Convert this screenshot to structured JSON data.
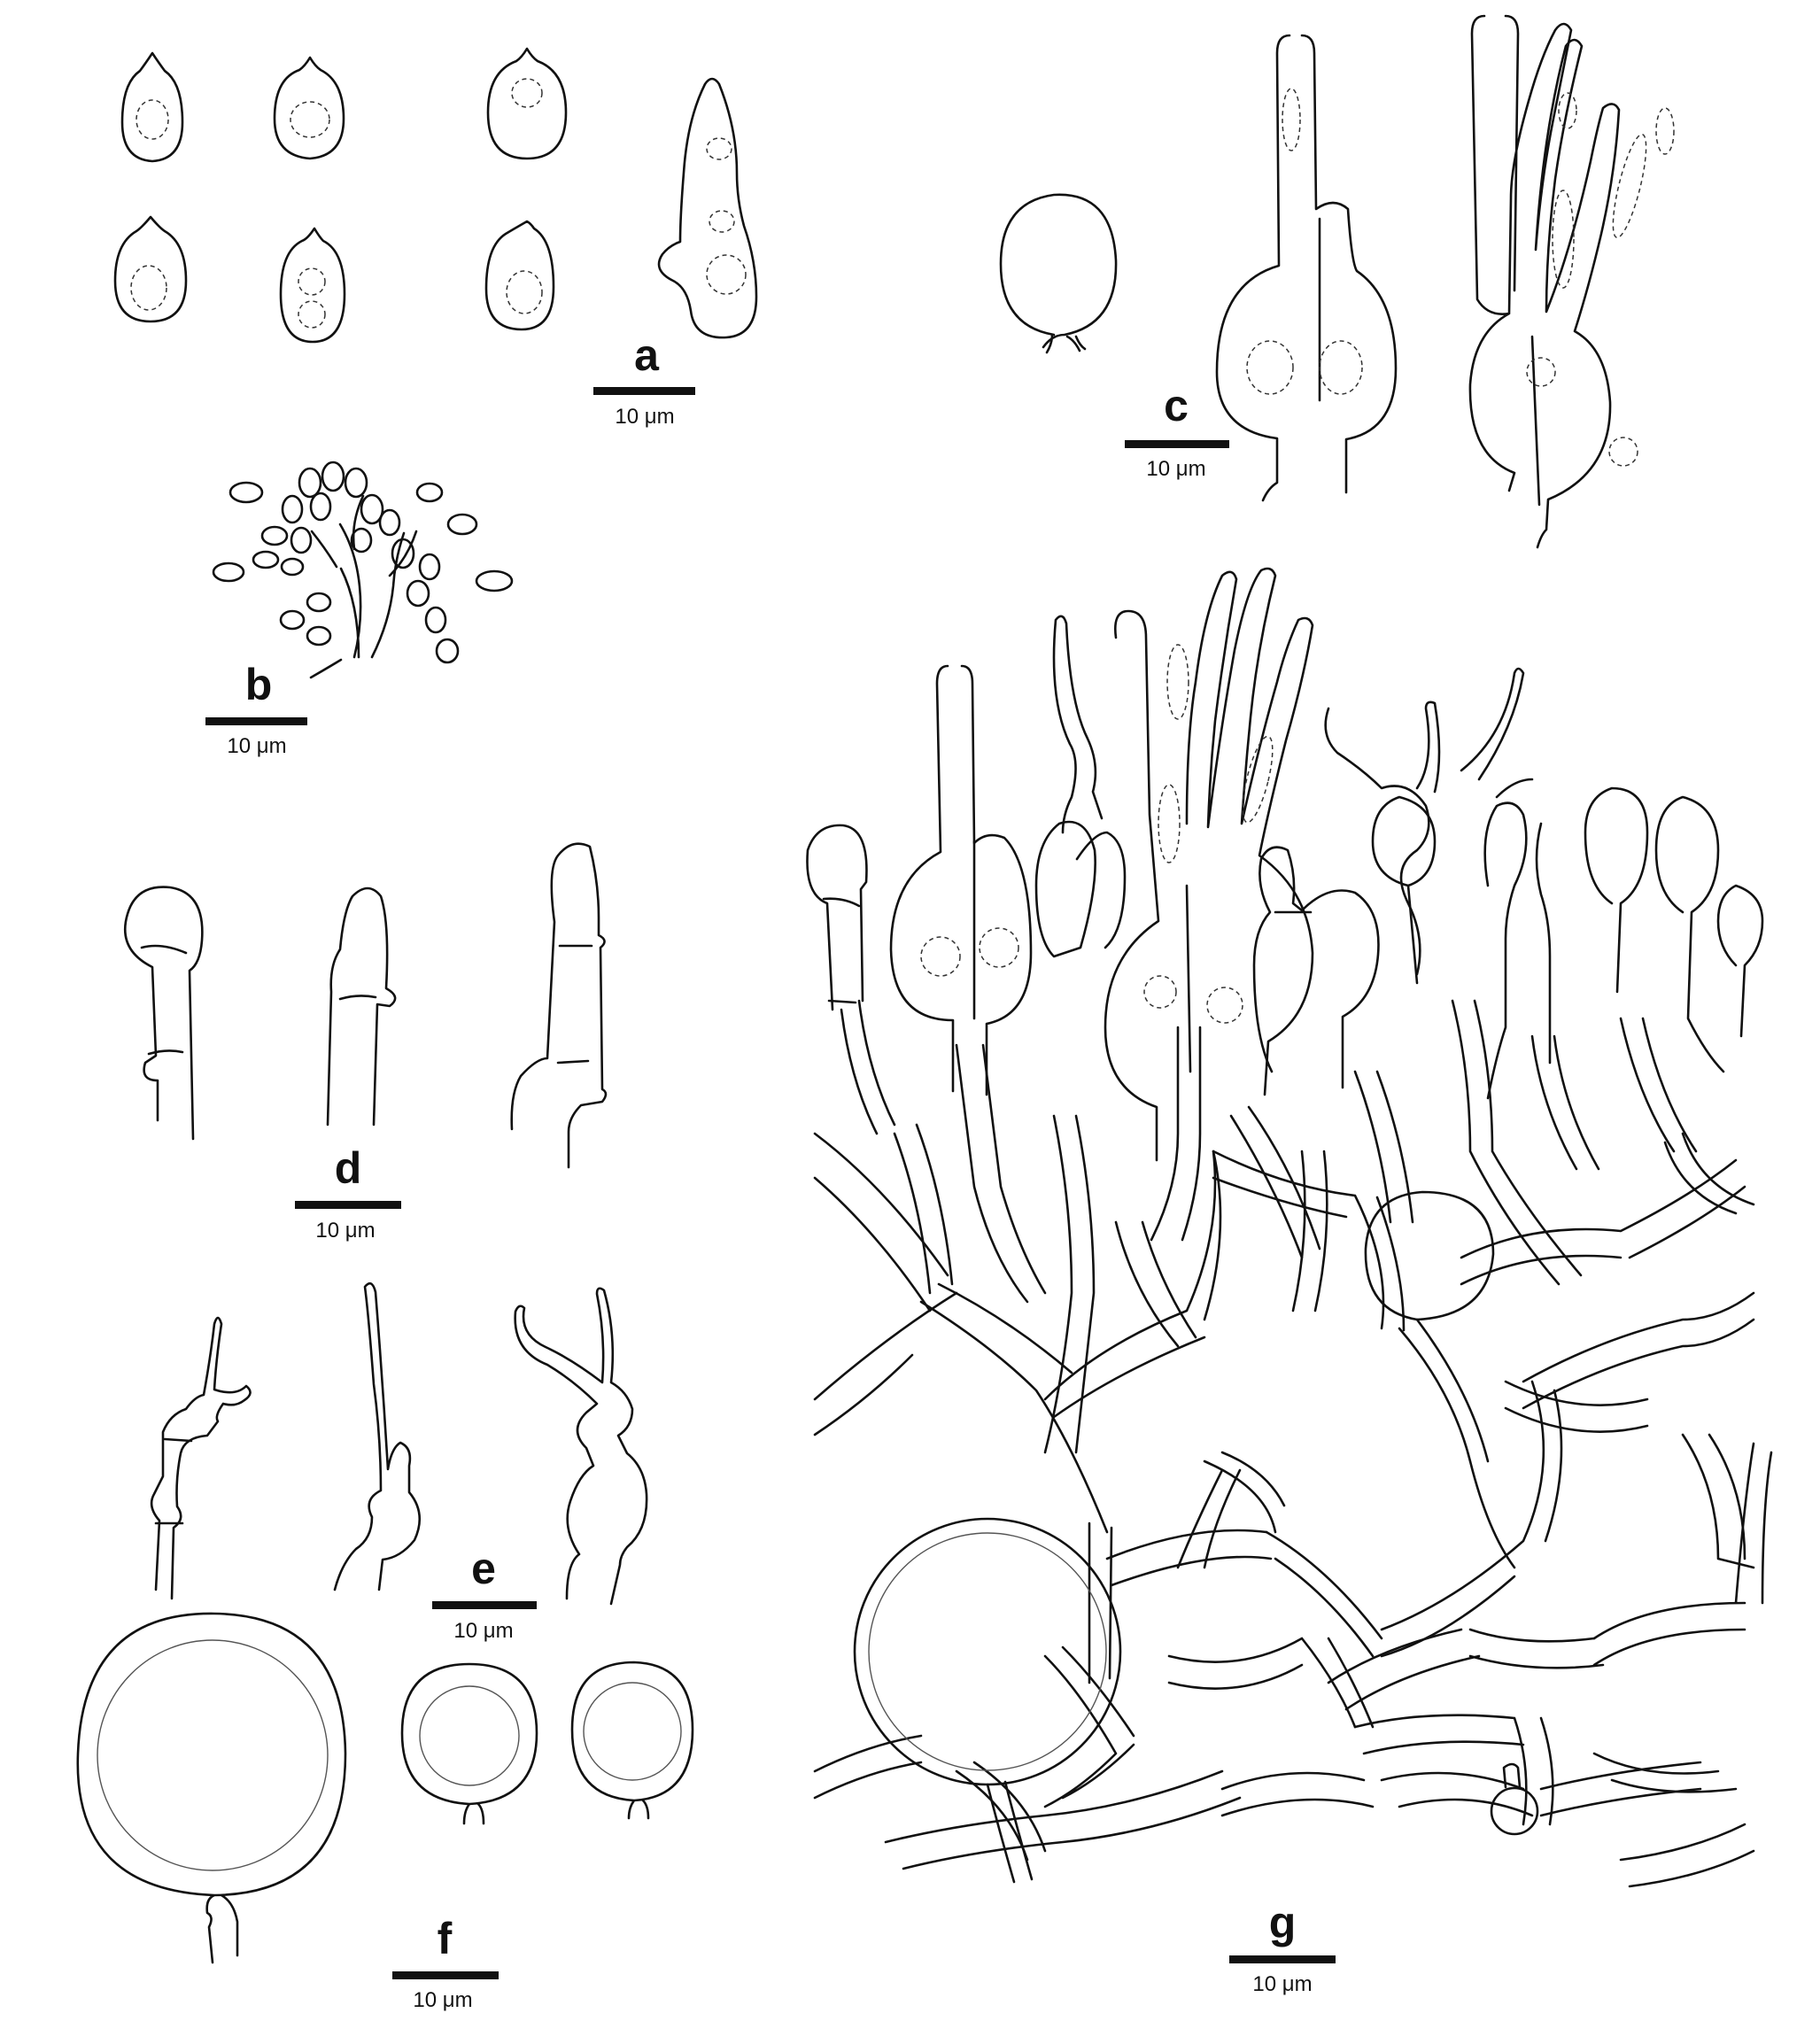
{
  "panels": [
    {
      "id": "a",
      "letter": "a",
      "scale": "10 μm"
    },
    {
      "id": "b",
      "letter": "b",
      "scale": "10 μm"
    },
    {
      "id": "c",
      "letter": "c",
      "scale": "10 μm"
    },
    {
      "id": "d",
      "letter": "d",
      "scale": "10 μm"
    },
    {
      "id": "e",
      "letter": "e",
      "scale": "10 μm"
    },
    {
      "id": "f",
      "letter": "f",
      "scale": "10 μm"
    },
    {
      "id": "g",
      "letter": "g",
      "scale": "10 μm"
    }
  ],
  "colors": {
    "ink": "#111111",
    "background": "#ffffff"
  }
}
